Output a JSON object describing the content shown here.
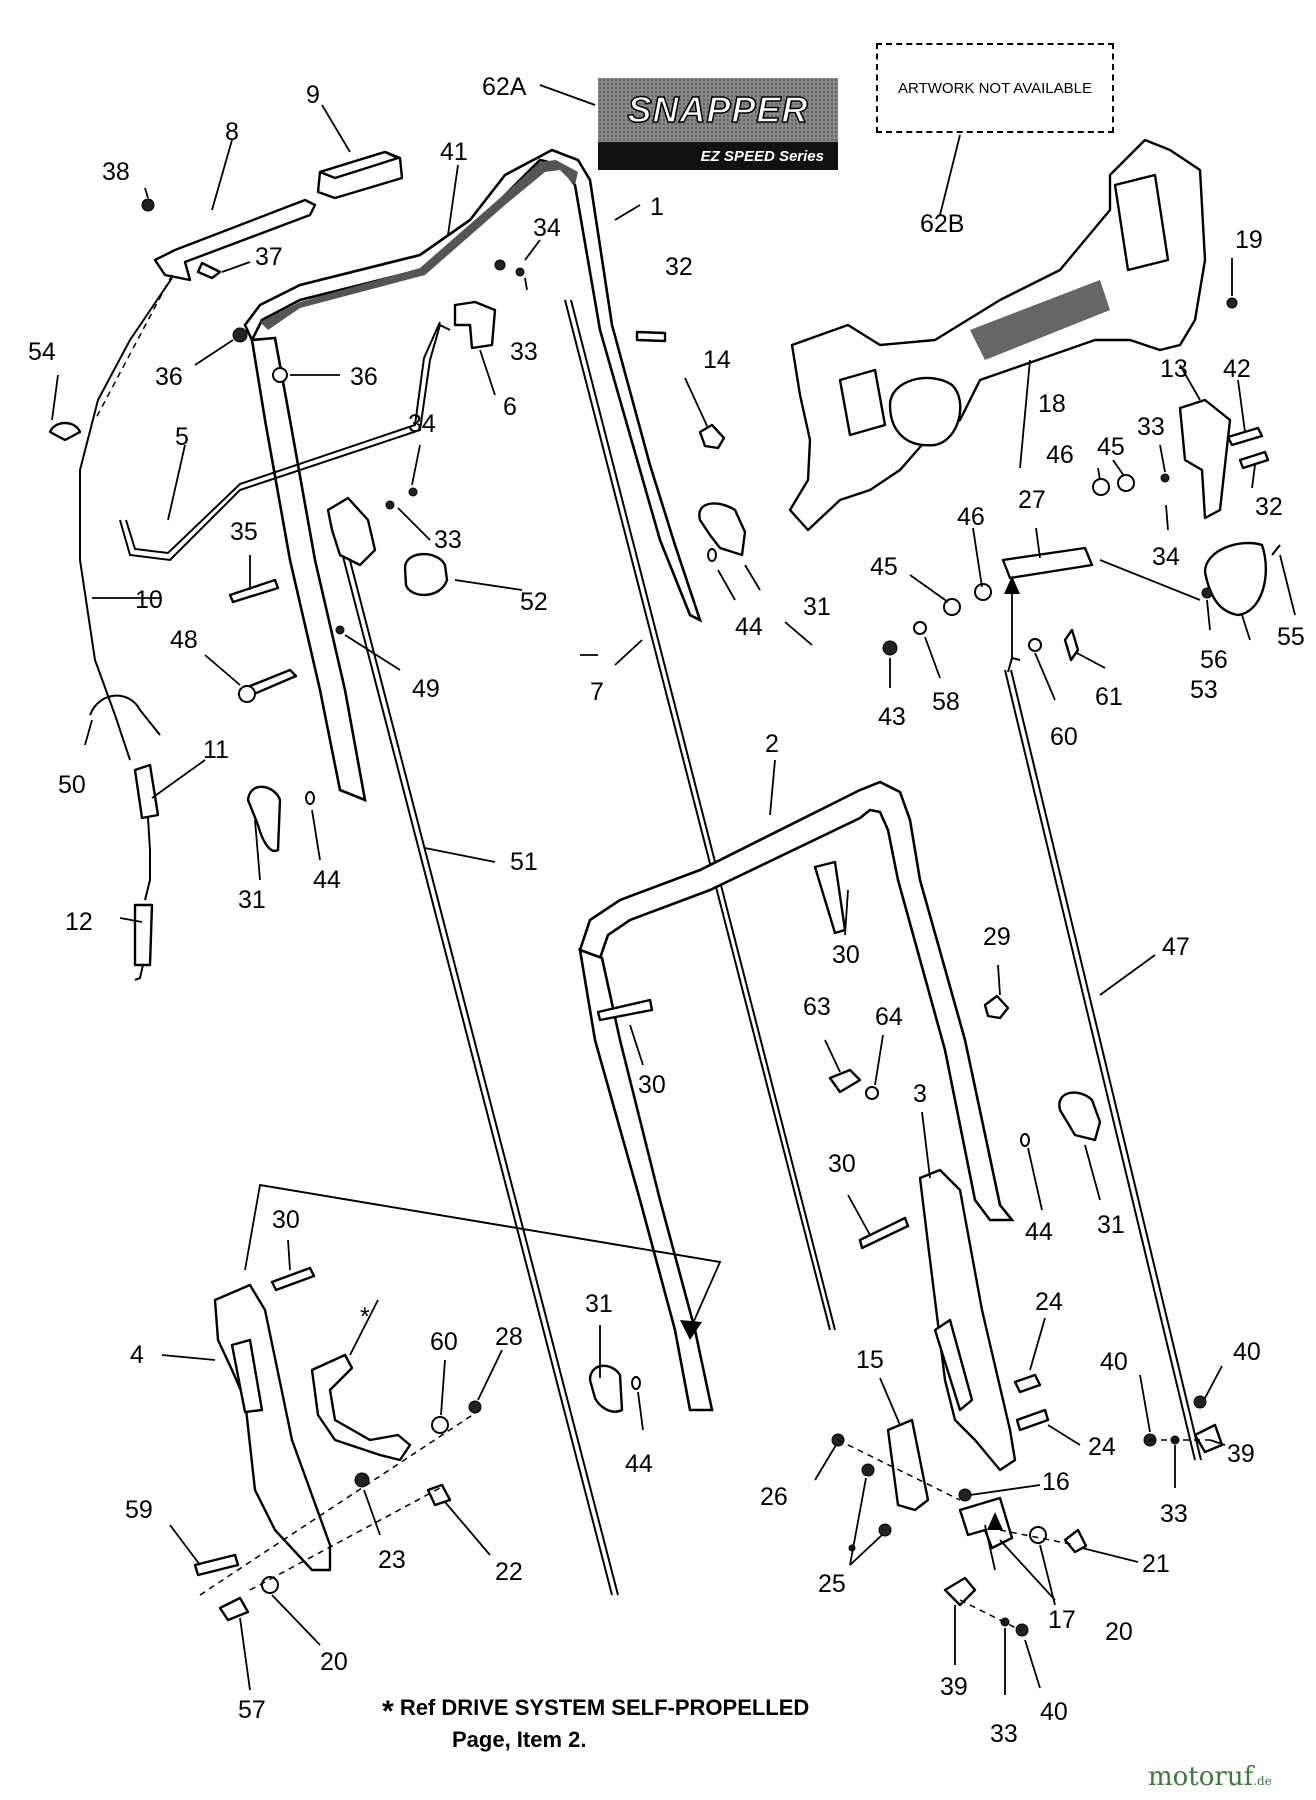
{
  "labels": {
    "l1": "1",
    "l2": "2",
    "l3": "3",
    "l4": "4",
    "l5": "5",
    "l6": "6",
    "l7": "7",
    "l8": "8",
    "l9": "9",
    "l10": "10",
    "l11": "11",
    "l12": "12",
    "l13": "13",
    "l14": "14",
    "l15": "15",
    "l16": "16",
    "l17": "17",
    "l18": "18",
    "l19": "19",
    "l20a": "20",
    "l20b": "20",
    "l21": "21",
    "l22": "22",
    "l23": "23",
    "l24a": "24",
    "l24b": "24",
    "l25": "25",
    "l26": "26",
    "l27": "27",
    "l28": "28",
    "l29": "29",
    "l30a": "30",
    "l30b": "30",
    "l30c": "30",
    "l30d": "30",
    "l31a": "31",
    "l31b": "31",
    "l31c": "31",
    "l31d": "31",
    "l32a": "32",
    "l32b": "32",
    "l33a": "33",
    "l33b": "33",
    "l33c": "33",
    "l33d": "33",
    "l33e": "33",
    "l34a": "34",
    "l34b": "34",
    "l34c": "34",
    "l35": "35",
    "l36a": "36",
    "l36b": "36",
    "l37": "37",
    "l38": "38",
    "l39a": "39",
    "l39b": "39",
    "l40a": "40",
    "l40b": "40",
    "l40c": "40",
    "l41": "41",
    "l42": "42",
    "l43": "43",
    "l44a": "44",
    "l44b": "44",
    "l44c": "44",
    "l44d": "44",
    "l45a": "45",
    "l45b": "45",
    "l46a": "46",
    "l46b": "46",
    "l47": "47",
    "l48": "48",
    "l49": "49",
    "l50": "50",
    "l51": "51",
    "l52": "52",
    "l53": "53",
    "l54": "54",
    "l55": "55",
    "l56": "56",
    "l57": "57",
    "l58": "58",
    "l59": "59",
    "l60a": "60",
    "l60b": "60",
    "l61": "61",
    "l62a": "62A",
    "l62b": "62B",
    "l63": "63",
    "l64": "64"
  },
  "artwork_not_available": "ARTWORK NOT AVAILABLE",
  "logo": {
    "brand": "SNAPPER",
    "series": "EZ SPEED Series"
  },
  "note": {
    "line1": "Ref DRIVE SYSTEM SELF-PROPELLED",
    "line2": "Page, Item 2.",
    "star": "*"
  },
  "watermark": {
    "main": "motoruf",
    "suffix": ".de",
    "color": "#3a7a3a"
  }
}
